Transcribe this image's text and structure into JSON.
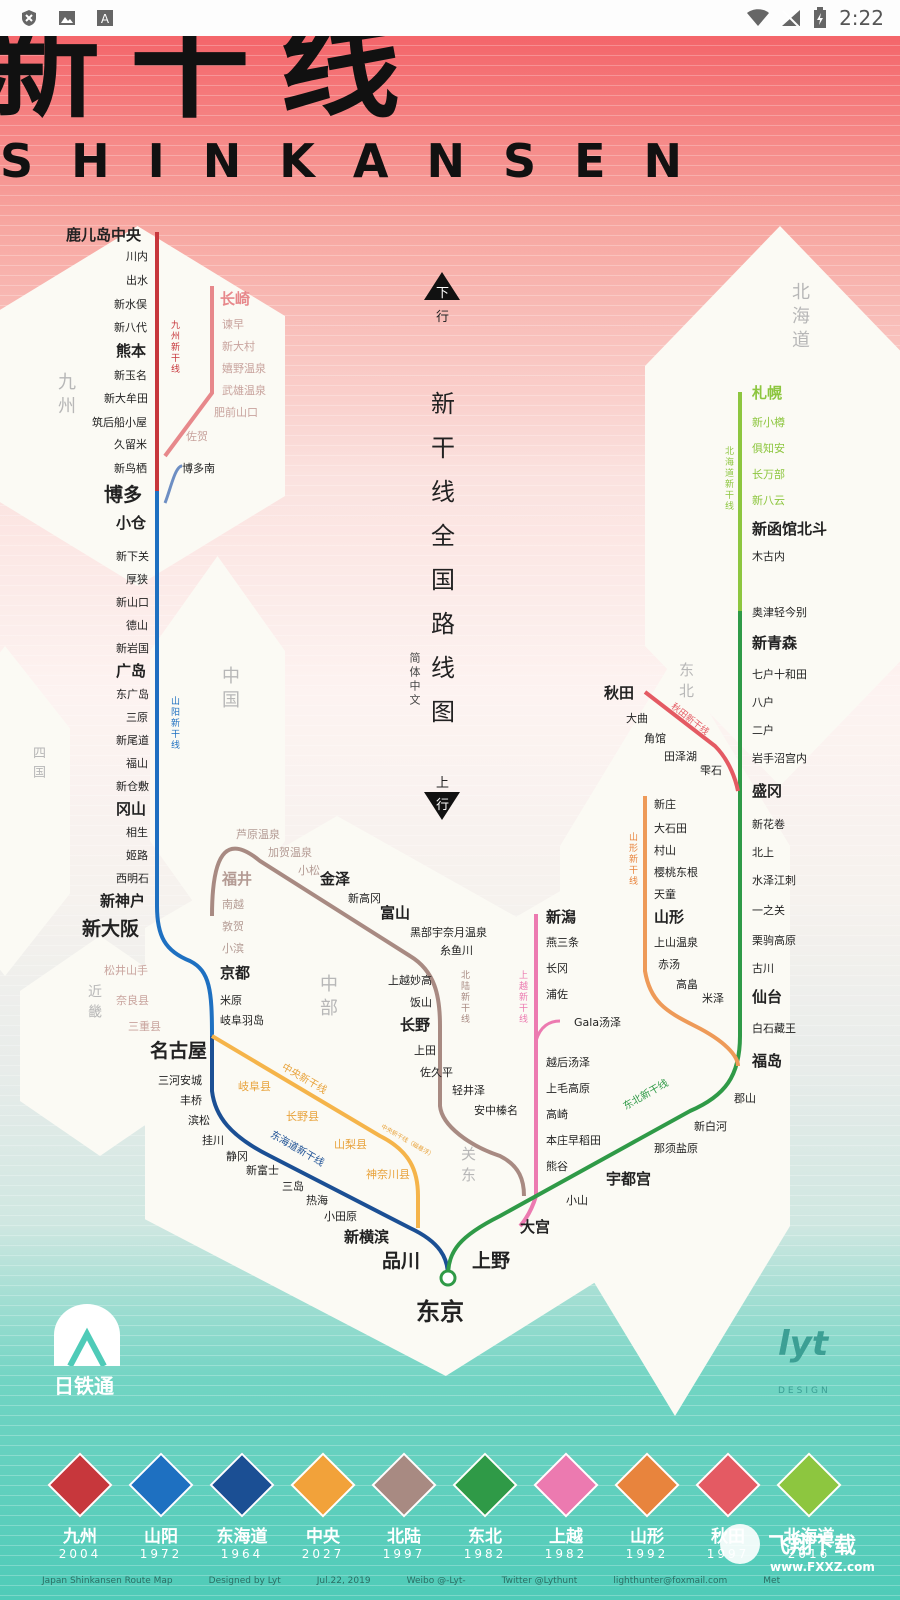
{
  "status_bar": {
    "time": "2:22"
  },
  "poster": {
    "title_kanji": "新干线",
    "title_roman": "SHINKANSEN",
    "vertical_title": [
      "新",
      "干",
      "线",
      "全",
      "国",
      "路",
      "线",
      "图"
    ],
    "vertical_subtitle": "简体中文",
    "direction_down": "下",
    "direction_down_sub": "行",
    "direction_up": "上",
    "direction_up_sub": "行",
    "regions": {
      "kyushu": "九州",
      "hokkaido": "北海道",
      "chugoku": "中国",
      "shikoku": "四国",
      "kinki": "近畿",
      "chubu": "中部",
      "kanto": "关东",
      "tohoku": "东北"
    },
    "line_labels": {
      "kyushu": "九州新干线",
      "sanyo": "山阳新干线",
      "tokaido": "东海道新干线",
      "chuo": "中央新干线",
      "hokuriku": "北陆新干线",
      "joetsu": "上越新干线",
      "yamagata": "山形新干线",
      "akita": "秋田新干线",
      "tohoku": "东北新干线",
      "hokkaido": "北海道新干线",
      "chuo_sub": "中央新干线（磁悬浮）"
    },
    "stations": {
      "kagoshima": "鹿儿岛中央",
      "sendai_k": "川内",
      "izumi": "出水",
      "shinminamata": "新水俣",
      "shinyatsushiro": "新八代",
      "kumamoto": "熊本",
      "shintamana": "新玉名",
      "shinomuta": "新大牟田",
      "chikugo": "筑后船小屋",
      "kurume": "久留米",
      "shintosu": "新鸟栖",
      "hakata": "博多",
      "hakataminami": "博多南",
      "kokura": "小仓",
      "nagasaki": "长崎",
      "isahaya": "谏早",
      "shinomura": "新大村",
      "ureshino": "嬉野温泉",
      "takeo": "武雄温泉",
      "hizen": "肥前山口",
      "saga": "佐贺",
      "shinshimonoseki": "新下关",
      "asa": "厚狭",
      "shinyamaguchi": "新山口",
      "tokuyama": "德山",
      "shiniwakuni": "新岩国",
      "hiroshima": "广岛",
      "higashihiroshima": "东广岛",
      "mihara": "三原",
      "shinonomichi": "新尾道",
      "fukuyama": "福山",
      "shinkurashiki": "新仓敷",
      "okayama": "冈山",
      "aioi": "相生",
      "himeji": "姬路",
      "nishiakashi": "西明石",
      "shinkobe": "新神户",
      "shinosaka": "新大阪",
      "kyoto": "京都",
      "maibara": "米原",
      "gifuhashima": "岐阜羽岛",
      "nagoya": "名古屋",
      "matsuiyamate": "松井山手",
      "narai": "奈良县",
      "mie": "三重县",
      "mikawaanjo": "三河安城",
      "toyohashi": "丰桥",
      "hamamatsu": "滨松",
      "kakegawa": "挂川",
      "shizuoka": "静冈",
      "shinfuji": "新富士",
      "mishima": "三岛",
      "atami": "热海",
      "odawara": "小田原",
      "shinyokohama": "新横滨",
      "shinagawa": "品川",
      "tokyo": "东京",
      "gifu_c": "岐阜县",
      "nagano_c": "长野县",
      "yamanashi_c": "山梨县",
      "kanagawa_c": "神奈川县",
      "awara": "芦原温泉",
      "kagaonsen": "加贺温泉",
      "komatsu": "小松",
      "fukui": "福井",
      "nanjo": "南越",
      "tsuruga": "敦贺",
      "obama": "小滨",
      "kanazawa": "金泽",
      "shintakaoka": "新高冈",
      "toyama": "富山",
      "kurobe": "黑部宇奈月温泉",
      "itoigawa": "糸鱼川",
      "joetsumyoko": "上越妙高",
      "iiyama": "饭山",
      "nagano": "长野",
      "ueda": "上田",
      "sakudaira": "佐久平",
      "karuizawa": "轻井泽",
      "annaka": "安中榛名",
      "niigata": "新潟",
      "tsubame": "燕三条",
      "nagaoka": "长冈",
      "urasa": "浦佐",
      "gala": "Gala汤泽",
      "echigo": "越后汤泽",
      "jomokogen": "上毛高原",
      "takasaki": "高崎",
      "honjo": "本庄早稻田",
      "kumagaya": "熊谷",
      "omiya": "大宫",
      "ueno": "上野",
      "akita": "秋田",
      "omagari": "大曲",
      "kakunodate": "角馆",
      "tazawako": "田泽湖",
      "shizukuishi": "雫石",
      "shinjo": "新庄",
      "oishida": "大石田",
      "murayama": "村山",
      "sakuranbo": "樱桃东根",
      "tendo": "天童",
      "yamagata": "山形",
      "kaminoyama": "上山温泉",
      "akayu": "赤汤",
      "takahata": "高畠",
      "yonezawa": "米泽",
      "shinhakodate": "新函馆北斗",
      "kikonai": "木古内",
      "okutsugaru": "奥津轻今别",
      "shinaomori": "新青森",
      "hachinohe": "七户十和田",
      "hachinohe2": "八户",
      "ninohe": "二户",
      "iwate": "岩手沼宫内",
      "morioka": "盛冈",
      "shinhanamaki": "新花卷",
      "kitakami": "北上",
      "mizusawa": "水泽江刺",
      "ichinoseki": "一之关",
      "kurikoma": "栗驹高原",
      "furukawa": "古川",
      "sendai": "仙台",
      "shiroishi": "白石藏王",
      "fukushima": "福岛",
      "koriyama": "郡山",
      "shinshirakawa": "新白河",
      "nasushiobara": "那须盐原",
      "utsunomiya": "宇都宫",
      "oyama": "小山",
      "sapporo": "札幌",
      "shinotaru": "新小樽",
      "kutchan": "俱知安",
      "oshamambe": "长万部",
      "shinyakumo": "新八云"
    },
    "logo_text": "日铁通",
    "design": {
      "brand": "lyt",
      "sub": "DESIGN"
    }
  },
  "legend": [
    {
      "name": "九州",
      "year": "2004",
      "color": "#c7373c"
    },
    {
      "name": "山阳",
      "year": "1972",
      "color": "#1e70c1"
    },
    {
      "name": "东海道",
      "year": "1964",
      "color": "#1b4f94"
    },
    {
      "name": "中央",
      "year": "2027",
      "color": "#f2a23a"
    },
    {
      "name": "北陆",
      "year": "1997",
      "color": "#a88a82"
    },
    {
      "name": "东北",
      "year": "1982",
      "color": "#2f9a47"
    },
    {
      "name": "上越",
      "year": "1982",
      "color": "#ec7ab0"
    },
    {
      "name": "山形",
      "year": "1992",
      "color": "#e8843d"
    },
    {
      "name": "秋田",
      "year": "1997",
      "color": "#e45a63"
    },
    {
      "name": "北海道",
      "year": "2016",
      "color": "#8dc63f"
    }
  ],
  "footer": [
    "Japan Shinkansen Route Map",
    "Designed by Lyt",
    "Jul.22, 2019",
    "Weibo @-Lyt-",
    "Twitter @Lythunt",
    "lighthunter@foxmail.com",
    "Met"
  ],
  "watermark": {
    "text": "飞翔下载",
    "sub": "www.FXXZ.com"
  }
}
